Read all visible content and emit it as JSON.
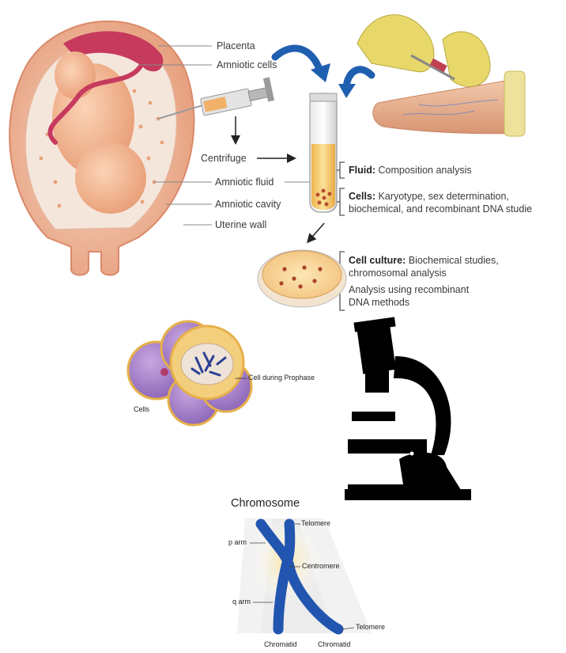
{
  "labels": {
    "placenta": "Placenta",
    "amniotic_cells": "Amniotic cells",
    "centrifuge": "Centrifuge",
    "amniotic_fluid": "Amniotic fluid",
    "amniotic_cavity": "Amniotic cavity",
    "uterine_wall": "Uterine wall"
  },
  "analysis": {
    "fluid_head": "Fluid:",
    "fluid_text": "Composition analysis",
    "cells_head": "Cells:",
    "cells_text1": "Karyotype, sex determination,",
    "cells_text2": "biochemical, and recombinant DNA studie",
    "culture_head": "Cell culture:",
    "culture_text1": "Biochemical studies,",
    "culture_text2": "chromosomal analysis",
    "dna_text1": "Analysis using recombinant",
    "dna_text2": "DNA methods"
  },
  "cells": {
    "cells_label": "Cells",
    "prophase_label": "Cell during Prophase"
  },
  "chromosome": {
    "title": "Chromosome",
    "telomere_top": "Telomere",
    "p_arm": "p arm",
    "centromere": "Centromere",
    "q_arm": "q arm",
    "telomere_bottom": "Telomere",
    "chromatid_left": "Chromatid",
    "chromatid_right": "Chromatid"
  },
  "colors": {
    "uterus": "#f0b89a",
    "placenta": "#c63a5e",
    "fluid": "#f4c66a",
    "arrow_blue": "#1f5fb0",
    "chromosome": "#2255b0",
    "glove": "#e8d86a"
  }
}
